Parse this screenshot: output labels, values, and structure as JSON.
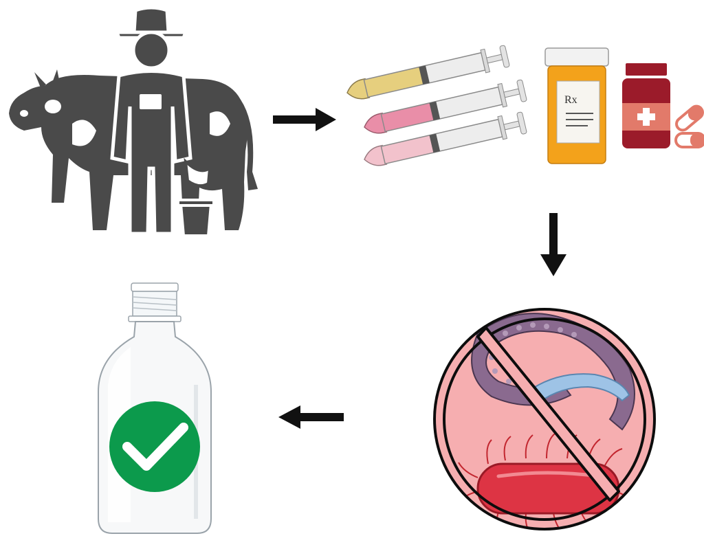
{
  "diagram": {
    "steps": [
      {
        "id": "dairy-farming",
        "icon": "farmer-with-cow-icon"
      },
      {
        "id": "veterinary-drugs",
        "icon": "syringes-and-medicine-icon"
      },
      {
        "id": "no-pathogens",
        "icon": "prohibited-pathogens-icon"
      },
      {
        "id": "safe-milk",
        "icon": "milk-bottle-checkmark-icon"
      }
    ],
    "flow": [
      "right",
      "down",
      "left"
    ],
    "rx_label": "Rx",
    "colors": {
      "silhouette": "#4a4a4a",
      "arrow": "#111111",
      "syringe_yellow": "#e6cf7e",
      "syringe_pink": "#e98ea8",
      "syringe_light_pink": "#f2c2cc",
      "pill_bottle_orange": "#f3a21b",
      "medicine_jar": "#9b1b2a",
      "prohibition_bg": "#f6aeb0",
      "prohibition_ring": "#0d0d0d",
      "bacterium": "#dd3444",
      "worm": "#8a6a8f",
      "check_green": "#0c9a4c"
    }
  }
}
